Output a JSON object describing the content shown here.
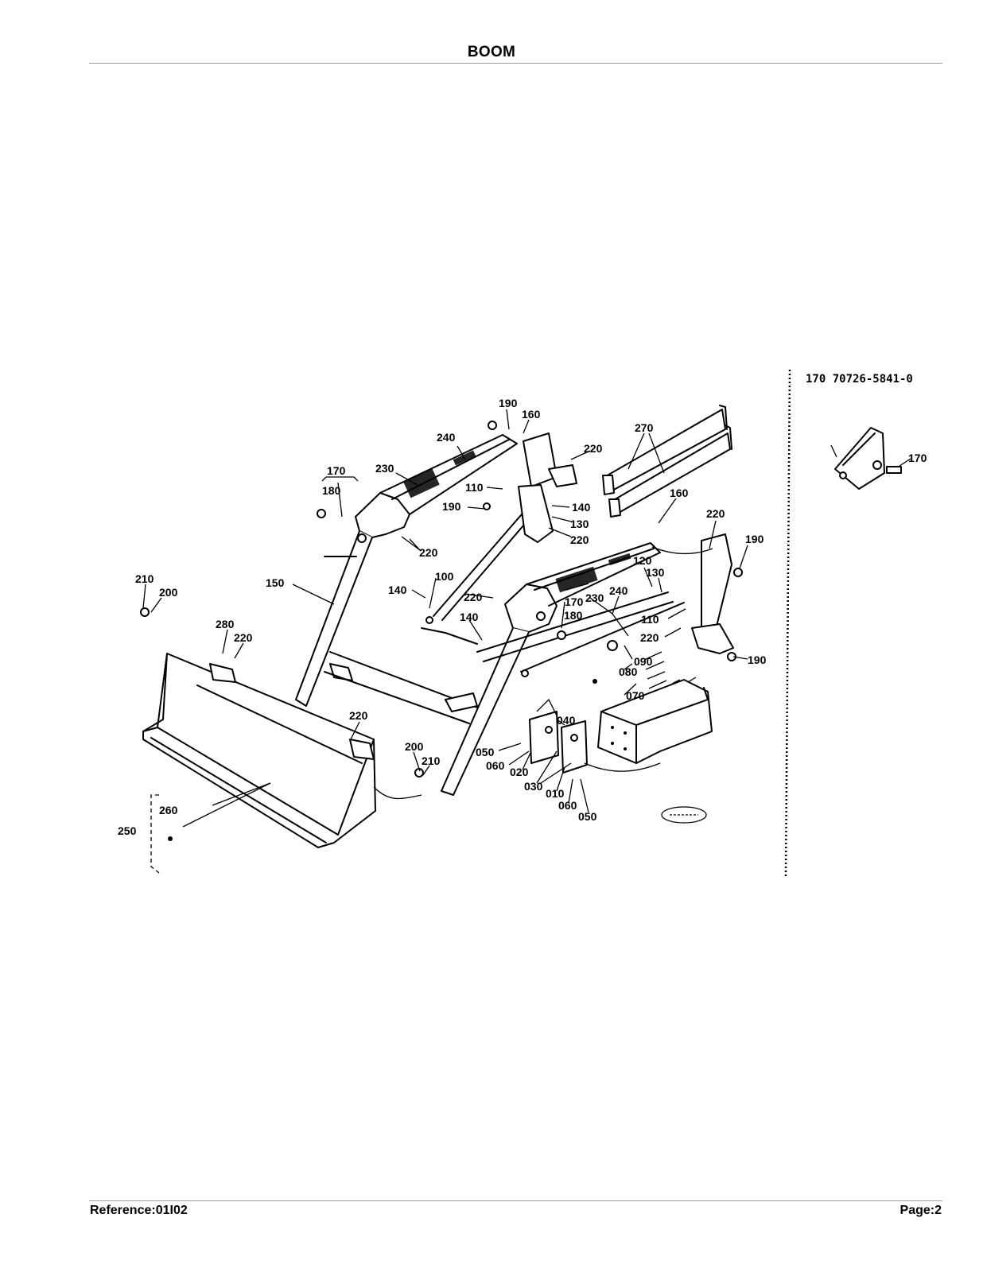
{
  "page": {
    "title": "BOOM",
    "footer_reference": "Reference:01I02",
    "footer_page": "Page:2"
  },
  "inset": {
    "caption": "170  70726-5841-0",
    "part_label": "170"
  },
  "callouts": {
    "c190a": "190",
    "c160a": "160",
    "c240a": "240",
    "c220a": "220",
    "c270": "270",
    "c230a": "230",
    "c170a": "170",
    "c180a": "180",
    "c110a": "110",
    "c140a": "140",
    "c190b": "190",
    "c130a": "130",
    "c220b": "220",
    "c220c": "220",
    "c160b": "160",
    "c220d": "220",
    "c190c": "190",
    "c210a": "210",
    "c150": "150",
    "c100": "100",
    "c200a": "200",
    "c140b": "140",
    "c220e": "220",
    "c120": "120",
    "c130b": "130",
    "c170b": "170",
    "c230b": "230",
    "c240b": "240",
    "c180b": "180",
    "c110b": "110",
    "c280": "280",
    "c220f": "220",
    "c140c": "140",
    "c220g": "220",
    "c090": "090",
    "c080": "080",
    "c190d": "190",
    "c070": "070",
    "c220h": "220",
    "c040": "040",
    "c200b": "200",
    "c050a": "050",
    "c210b": "210",
    "c060a": "060",
    "c020": "020",
    "c030": "030",
    "c010": "010",
    "c260": "260",
    "c060b": "060",
    "c050b": "050",
    "c250": "250"
  }
}
